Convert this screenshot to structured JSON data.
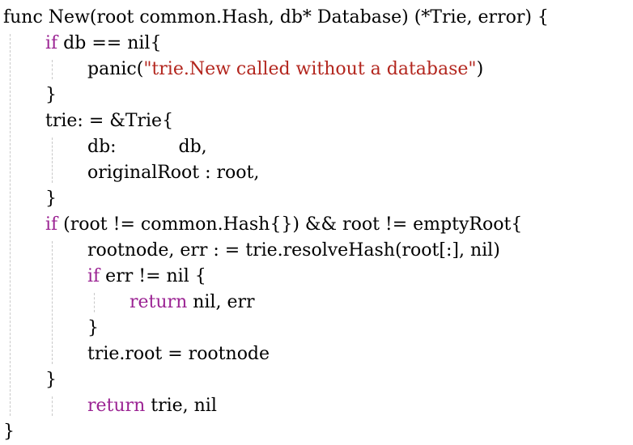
{
  "lines": [
    {
      "indent": 0,
      "tokens": [
        {
          "t": "func New(root common.Hash, db* Database) (*Trie, error) {",
          "c": "plain"
        }
      ]
    },
    {
      "indent": 1,
      "tokens": [
        {
          "t": "if",
          "c": "kw"
        },
        {
          "t": " db == nil{",
          "c": "plain"
        }
      ]
    },
    {
      "indent": 2,
      "tokens": [
        {
          "t": "panic(",
          "c": "plain"
        },
        {
          "t": "\"trie.New called without a database\"",
          "c": "str"
        },
        {
          "t": ")",
          "c": "plain"
        }
      ]
    },
    {
      "indent": 1,
      "tokens": [
        {
          "t": "}",
          "c": "plain"
        }
      ]
    },
    {
      "indent": 1,
      "tokens": [
        {
          "t": "trie: = &Trie{",
          "c": "plain"
        }
      ]
    },
    {
      "indent": 2,
      "tokens": [
        {
          "t": "db:           db,",
          "c": "plain"
        }
      ]
    },
    {
      "indent": 2,
      "tokens": [
        {
          "t": "originalRoot : root,",
          "c": "plain"
        }
      ]
    },
    {
      "indent": 1,
      "tokens": [
        {
          "t": "}",
          "c": "plain"
        }
      ]
    },
    {
      "indent": 1,
      "tokens": [
        {
          "t": "if",
          "c": "kw"
        },
        {
          "t": " (root != common.Hash{}) && root != emptyRoot{",
          "c": "plain"
        }
      ]
    },
    {
      "indent": 2,
      "tokens": [
        {
          "t": "rootnode, err : = trie.resolveHash(root[:], nil)",
          "c": "plain"
        }
      ]
    },
    {
      "indent": 2,
      "tokens": [
        {
          "t": "if",
          "c": "kw"
        },
        {
          "t": " err != nil {",
          "c": "plain"
        }
      ]
    },
    {
      "indent": 3,
      "tokens": [
        {
          "t": "return",
          "c": "kw"
        },
        {
          "t": " nil, err",
          "c": "plain"
        }
      ]
    },
    {
      "indent": 2,
      "tokens": [
        {
          "t": "}",
          "c": "plain"
        }
      ]
    },
    {
      "indent": 2,
      "tokens": [
        {
          "t": "trie.root = rootnode",
          "c": "plain"
        }
      ]
    },
    {
      "indent": 1,
      "tokens": [
        {
          "t": "}",
          "c": "plain"
        }
      ]
    },
    {
      "indent": 2,
      "tokens": [
        {
          "t": "return",
          "c": "kw"
        },
        {
          "t": " trie, nil",
          "c": "plain"
        }
      ]
    },
    {
      "indent": 0,
      "tokens": [
        {
          "t": "}",
          "c": "plain"
        }
      ]
    }
  ],
  "colors": {
    "keyword": "#9b2393",
    "string": "#b3261e",
    "text": "#000000",
    "indent_guide": "#c8c8c8"
  }
}
